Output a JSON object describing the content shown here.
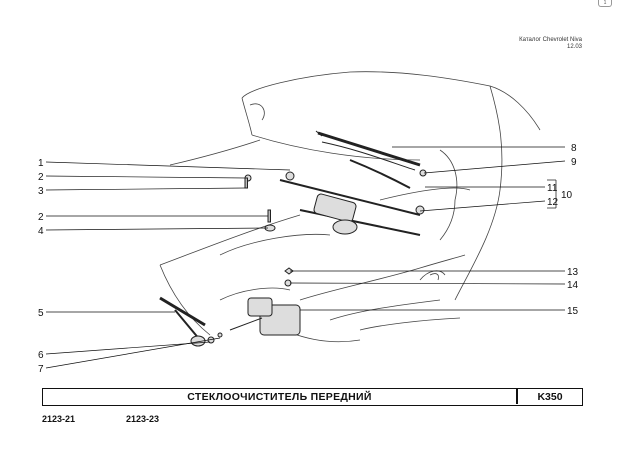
{
  "header": {
    "catalog": "Каталог Chevrolet Niva",
    "date": "12.03"
  },
  "callouts": [
    "1",
    "2",
    "3",
    "2",
    "4",
    "5",
    "6",
    "7",
    "8",
    "9",
    "11",
    "10",
    "12",
    "13",
    "14",
    "15"
  ],
  "title": {
    "name": "СТЕКЛООЧИСТИТЕЛЬ   ПЕРЕДНИЙ",
    "code": "K350"
  },
  "models": [
    "2123-21",
    "2123-23"
  ],
  "corner_mark": "1"
}
